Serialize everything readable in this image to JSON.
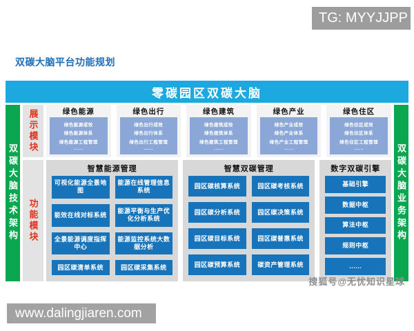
{
  "page": {
    "tg_badge": "TG: MYYJJPP",
    "title": "双碳大脑平台功能规划",
    "watermark": "搜狐号@无忧知识星球",
    "site_badge": "www.dalingjiaren.com"
  },
  "diagram": {
    "banner": "零碳园区双碳大脑",
    "left_bar": "双碳大脑技术架构",
    "right_bar": "双碳大脑业务架构",
    "display_module": {
      "label": "展示模块",
      "columns": [
        {
          "title": "绿色能源",
          "items": [
            "绿色能源成效",
            "绿色能源体系",
            "绿色能源工程管理",
            "......"
          ]
        },
        {
          "title": "绿色出行",
          "items": [
            "绿色出行成效",
            "绿色出行体系",
            "绿色出行工程管理",
            "......"
          ]
        },
        {
          "title": "绿色建筑",
          "items": [
            "绿色建筑成效",
            "绿色建筑体系",
            "绿色建筑工程管理",
            "......"
          ]
        },
        {
          "title": "绿色产业",
          "items": [
            "绿色产业成效",
            "绿色产业体系",
            "绿色产业工程管理",
            "......"
          ]
        },
        {
          "title": "绿色住区",
          "items": [
            "绿色住区成效",
            "绿色住区体系",
            "绿色住区工程管理",
            "......"
          ]
        }
      ]
    },
    "function_module": {
      "label": "功能模块",
      "groups": [
        {
          "title": "智慧能源管理",
          "items": [
            "可视化能源全景地图",
            "能源在线管理信息系统",
            "能效在线对标系统",
            "能源平衡与生产优化分析系统",
            "全景能源调度指挥中心",
            "能源监控系统大数据分析",
            "园区碳清单系统",
            "园区碳采集系统"
          ]
        },
        {
          "title": "智慧双碳管理",
          "items": [
            "园区碳核算系统",
            "园区碳考核系统",
            "园区碳分析系统",
            "园区碳决策系统",
            "园区碳目标系统",
            "园区碳普惠系统",
            "园区碳预算系统",
            "碳资产管理系统"
          ]
        },
        {
          "title": "数字双碳引擎",
          "items": [
            "基础引擎",
            "数据中枢",
            "算法中枢",
            "规则中枢",
            "......"
          ]
        }
      ]
    },
    "colors": {
      "banner_blue": "#1ca9e0",
      "sidebar_green": "#0ba750",
      "display_box_blue": "#8ba7d7",
      "function_box_blue": "#1773ba",
      "module_label_red": "#e23119",
      "title_blue": "#1e6fb8"
    }
  }
}
